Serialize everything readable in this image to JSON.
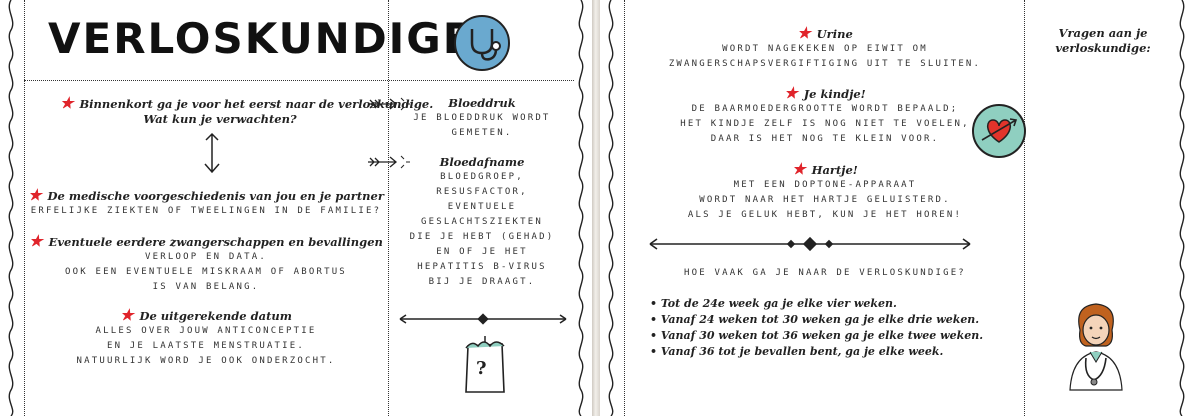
{
  "left": {
    "title": "VERLOSKUNDIGE",
    "intro": {
      "heading": [
        "Binnenkort ga je voor het eerst naar de verloskundige.",
        "Wat kun je verwachten?"
      ]
    },
    "sections": [
      {
        "heading": "De medische voorgeschiedenis van jou en je partner",
        "lines": [
          "Erfelijke ziekten of tweelingen in de familie?"
        ]
      },
      {
        "heading": "Eventuele eerdere zwangerschappen en bevallingen",
        "lines": [
          "Verloop en data.",
          "Ook een eventuele miskraam of abortus",
          "is van belang."
        ]
      },
      {
        "heading": "De uitgerekende datum",
        "lines": [
          "Alles over jouw anticonceptie",
          "en je laatste menstruatie.",
          "Natuurlijk word je ook onderzocht."
        ]
      }
    ],
    "side": [
      {
        "heading": "Bloeddruk",
        "lines": [
          "Je bloeddruk wordt",
          "gemeten."
        ]
      },
      {
        "heading": "Bloedafname",
        "lines": [
          "Bloedgroep,",
          "resusfactor,",
          "eventuele",
          "geslachtsziekten",
          "die je hebt (gehad)",
          "en of je het",
          "hepatitis B-virus",
          "bij je draagt."
        ]
      }
    ],
    "question_mark": "?"
  },
  "right": {
    "sections": [
      {
        "heading": "Urine",
        "lines": [
          "wordt nagekeken op eiwit om",
          "zwangerschapsvergiftiging uit te sluiten."
        ]
      },
      {
        "heading": "Je kindje!",
        "lines": [
          "De baarmoedergrootte wordt bepaald;",
          "het kindje zelf is nog niet te voelen,",
          "daar is het nog te klein voor."
        ]
      },
      {
        "heading": "Hartje!",
        "lines": [
          "Met een doptone-apparaat",
          "wordt naar het hartje geluisterd.",
          "Als je geluk hebt, kun je het horen!"
        ]
      }
    ],
    "question": "Hoe vaak ga je naar de verloskundige?",
    "schedule": [
      "Tot de 24e week ga je elke vier weken.",
      "Vanaf 24 weken tot 30 weken ga je elke drie weken.",
      "Vanaf 30 weken tot 36 weken ga je elke twee weken.",
      "Vanaf 36 tot je bevallen bent, ga je elke week."
    ],
    "notes_heading": [
      "Vragen aan je",
      "verloskundige:"
    ]
  },
  "colors": {
    "star": "#e0242b",
    "stethoscope_bg": "#6aa9cf",
    "heart_bg": "#8fcfc0",
    "heart": "#e2342b"
  }
}
